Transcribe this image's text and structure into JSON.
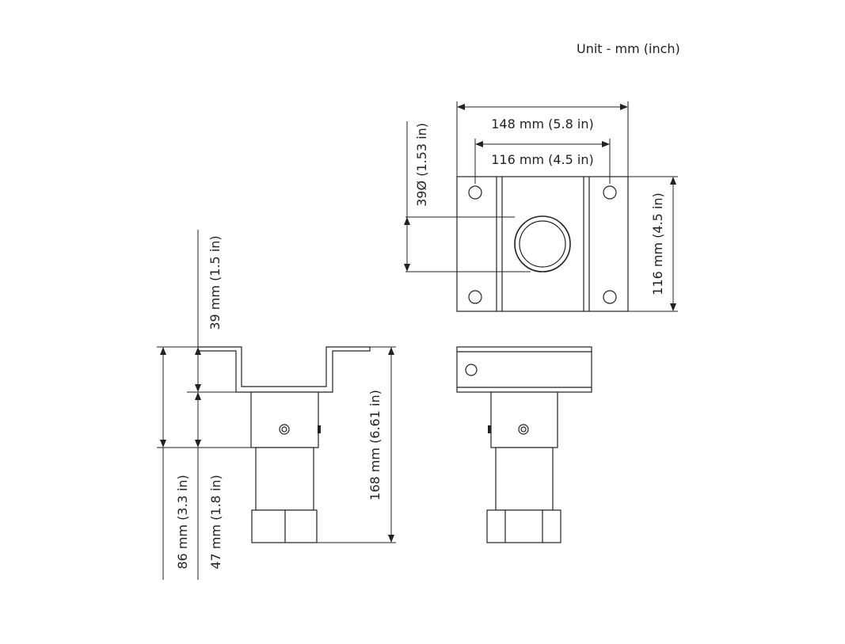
{
  "unit_label": "Unit - mm (inch)",
  "top_view": {
    "width_outer": "148 mm (5.8 in)",
    "width_holes": "116 mm (4.5 in)",
    "height": "116 mm (4.5 in)",
    "hole_diameter": "39Ø (1.53 in)"
  },
  "side_view": {
    "height_upper": "39 mm (1.5 in)",
    "height_total": "86 mm (3.3 in)",
    "height_lower": "47 mm (1.8 in)",
    "height_full": "168 mm (6.61 in)"
  },
  "colors": {
    "ink": "#222222",
    "paper": "#ffffff"
  }
}
